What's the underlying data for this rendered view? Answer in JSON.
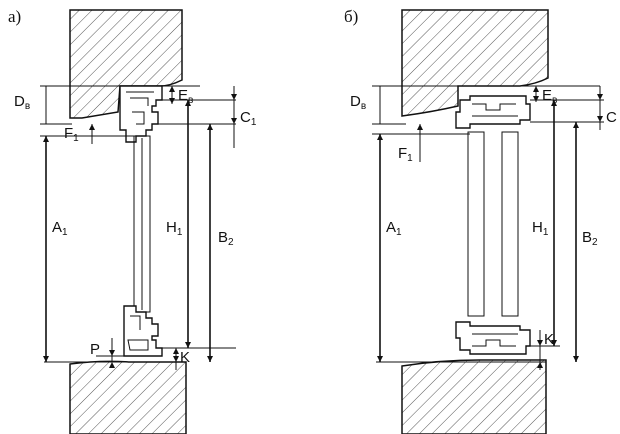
{
  "panels": {
    "a": {
      "tag": "а)",
      "labels": {
        "Db": "D",
        "Db_sub": "в",
        "Eb": "E",
        "Eb_sub": "в",
        "C1": "C",
        "C1_sub": "1",
        "F1": "F",
        "F1_sub": "1",
        "A1": "A",
        "A1_sub": "1",
        "H1": "H",
        "H1_sub": "1",
        "B2": "B",
        "B2_sub": "2",
        "P": "P",
        "K": "K"
      }
    },
    "b": {
      "tag": "б)",
      "labels": {
        "Db": "D",
        "Db_sub": "в",
        "Eb": "E",
        "Eb_sub": "в",
        "C": "C",
        "F1": "F",
        "F1_sub": "1",
        "A1": "A",
        "A1_sub": "1",
        "H1": "H",
        "H1_sub": "1",
        "B2": "B",
        "B2_sub": "2",
        "K": "K"
      }
    }
  },
  "colors": {
    "ink": "#111111",
    "paper": "#ffffff",
    "hatch": "#444444"
  }
}
